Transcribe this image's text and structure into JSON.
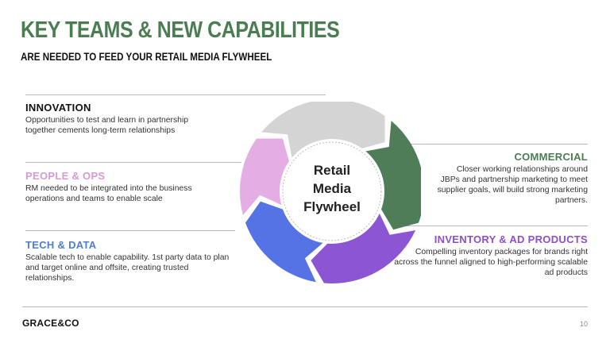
{
  "title": "KEY TEAMS & NEW CAPABILITIES",
  "subtitle": "ARE NEEDED TO FEED YOUR RETAIL MEDIA FLYWHEEL",
  "center": [
    "Retail",
    "Media",
    "Flywheel"
  ],
  "blocks": {
    "innovation": {
      "head": "INNOVATION",
      "body": "Opportunities to test and learn in partnership together cements long-term relationships"
    },
    "people": {
      "head": "PEOPLE & OPS",
      "body": "RM needed to be integrated into the business operations and teams to enable scale"
    },
    "tech": {
      "head": "TECH & DATA",
      "body": "Scalable tech to enable capability. 1st party data to plan and target online and offsite, creating trusted relationships."
    },
    "commercial": {
      "head": "COMMERCIAL",
      "body": "Closer working relationships around JBPs and partnership marketing to meet supplier goals, will build strong marketing partners."
    },
    "inventory": {
      "head": "INVENTORY & AD PRODUCTS",
      "body": "Compelling inventory packages for brands right across the funnel aligned to high-performing scalable ad products"
    }
  },
  "footer": {
    "logo": "GRACE&CO",
    "page": "10"
  },
  "colors": {
    "title": "#4a7d52",
    "innovation": "#111111",
    "people": "#d59ad5",
    "tech": "#4d7ed6",
    "commercial": "#4a7d52",
    "inventory": "#8e4fc9",
    "seg_gray": "#d4d4d4",
    "seg_green": "#4e7d58",
    "seg_purple": "#8c55d3",
    "seg_blue": "#5573e4",
    "seg_pink": "#e4aee4"
  }
}
